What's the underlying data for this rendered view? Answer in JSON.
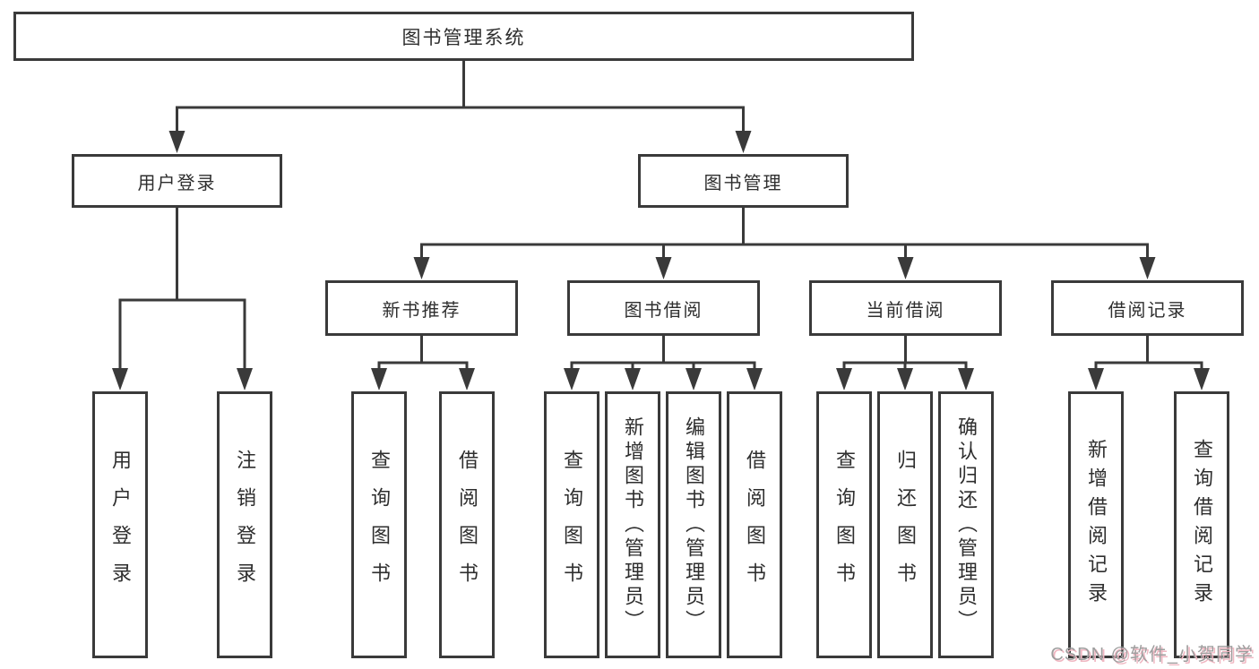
{
  "watermark": "CSDN @软件_小贺同学",
  "colors": {
    "line": "#3a3a3a",
    "text": "#2e2e2e",
    "background": "#ffffff",
    "watermark_gray": "#9e9e9e",
    "watermark_pink": "#f0b7c2"
  },
  "tree": {
    "label": "图书管理系统",
    "children": [
      {
        "label": "用户登录",
        "children": [
          {
            "label": "用户登录"
          },
          {
            "label": "注销登录"
          }
        ]
      },
      {
        "label": "图书管理",
        "children": [
          {
            "label": "新书推荐",
            "children": [
              {
                "label": "查询图书"
              },
              {
                "label": "借阅图书"
              }
            ]
          },
          {
            "label": "图书借阅",
            "children": [
              {
                "label": "查询图书"
              },
              {
                "label": "新增图书（管理员）"
              },
              {
                "label": "编辑图书（管理员）"
              },
              {
                "label": "借阅图书"
              }
            ]
          },
          {
            "label": "当前借阅",
            "children": [
              {
                "label": "查询图书"
              },
              {
                "label": "归还图书"
              },
              {
                "label": "确认归还（管理员）"
              }
            ]
          },
          {
            "label": "借阅记录",
            "children": [
              {
                "label": "新增借阅记录"
              },
              {
                "label": "查询借阅记录"
              }
            ]
          }
        ]
      }
    ]
  }
}
